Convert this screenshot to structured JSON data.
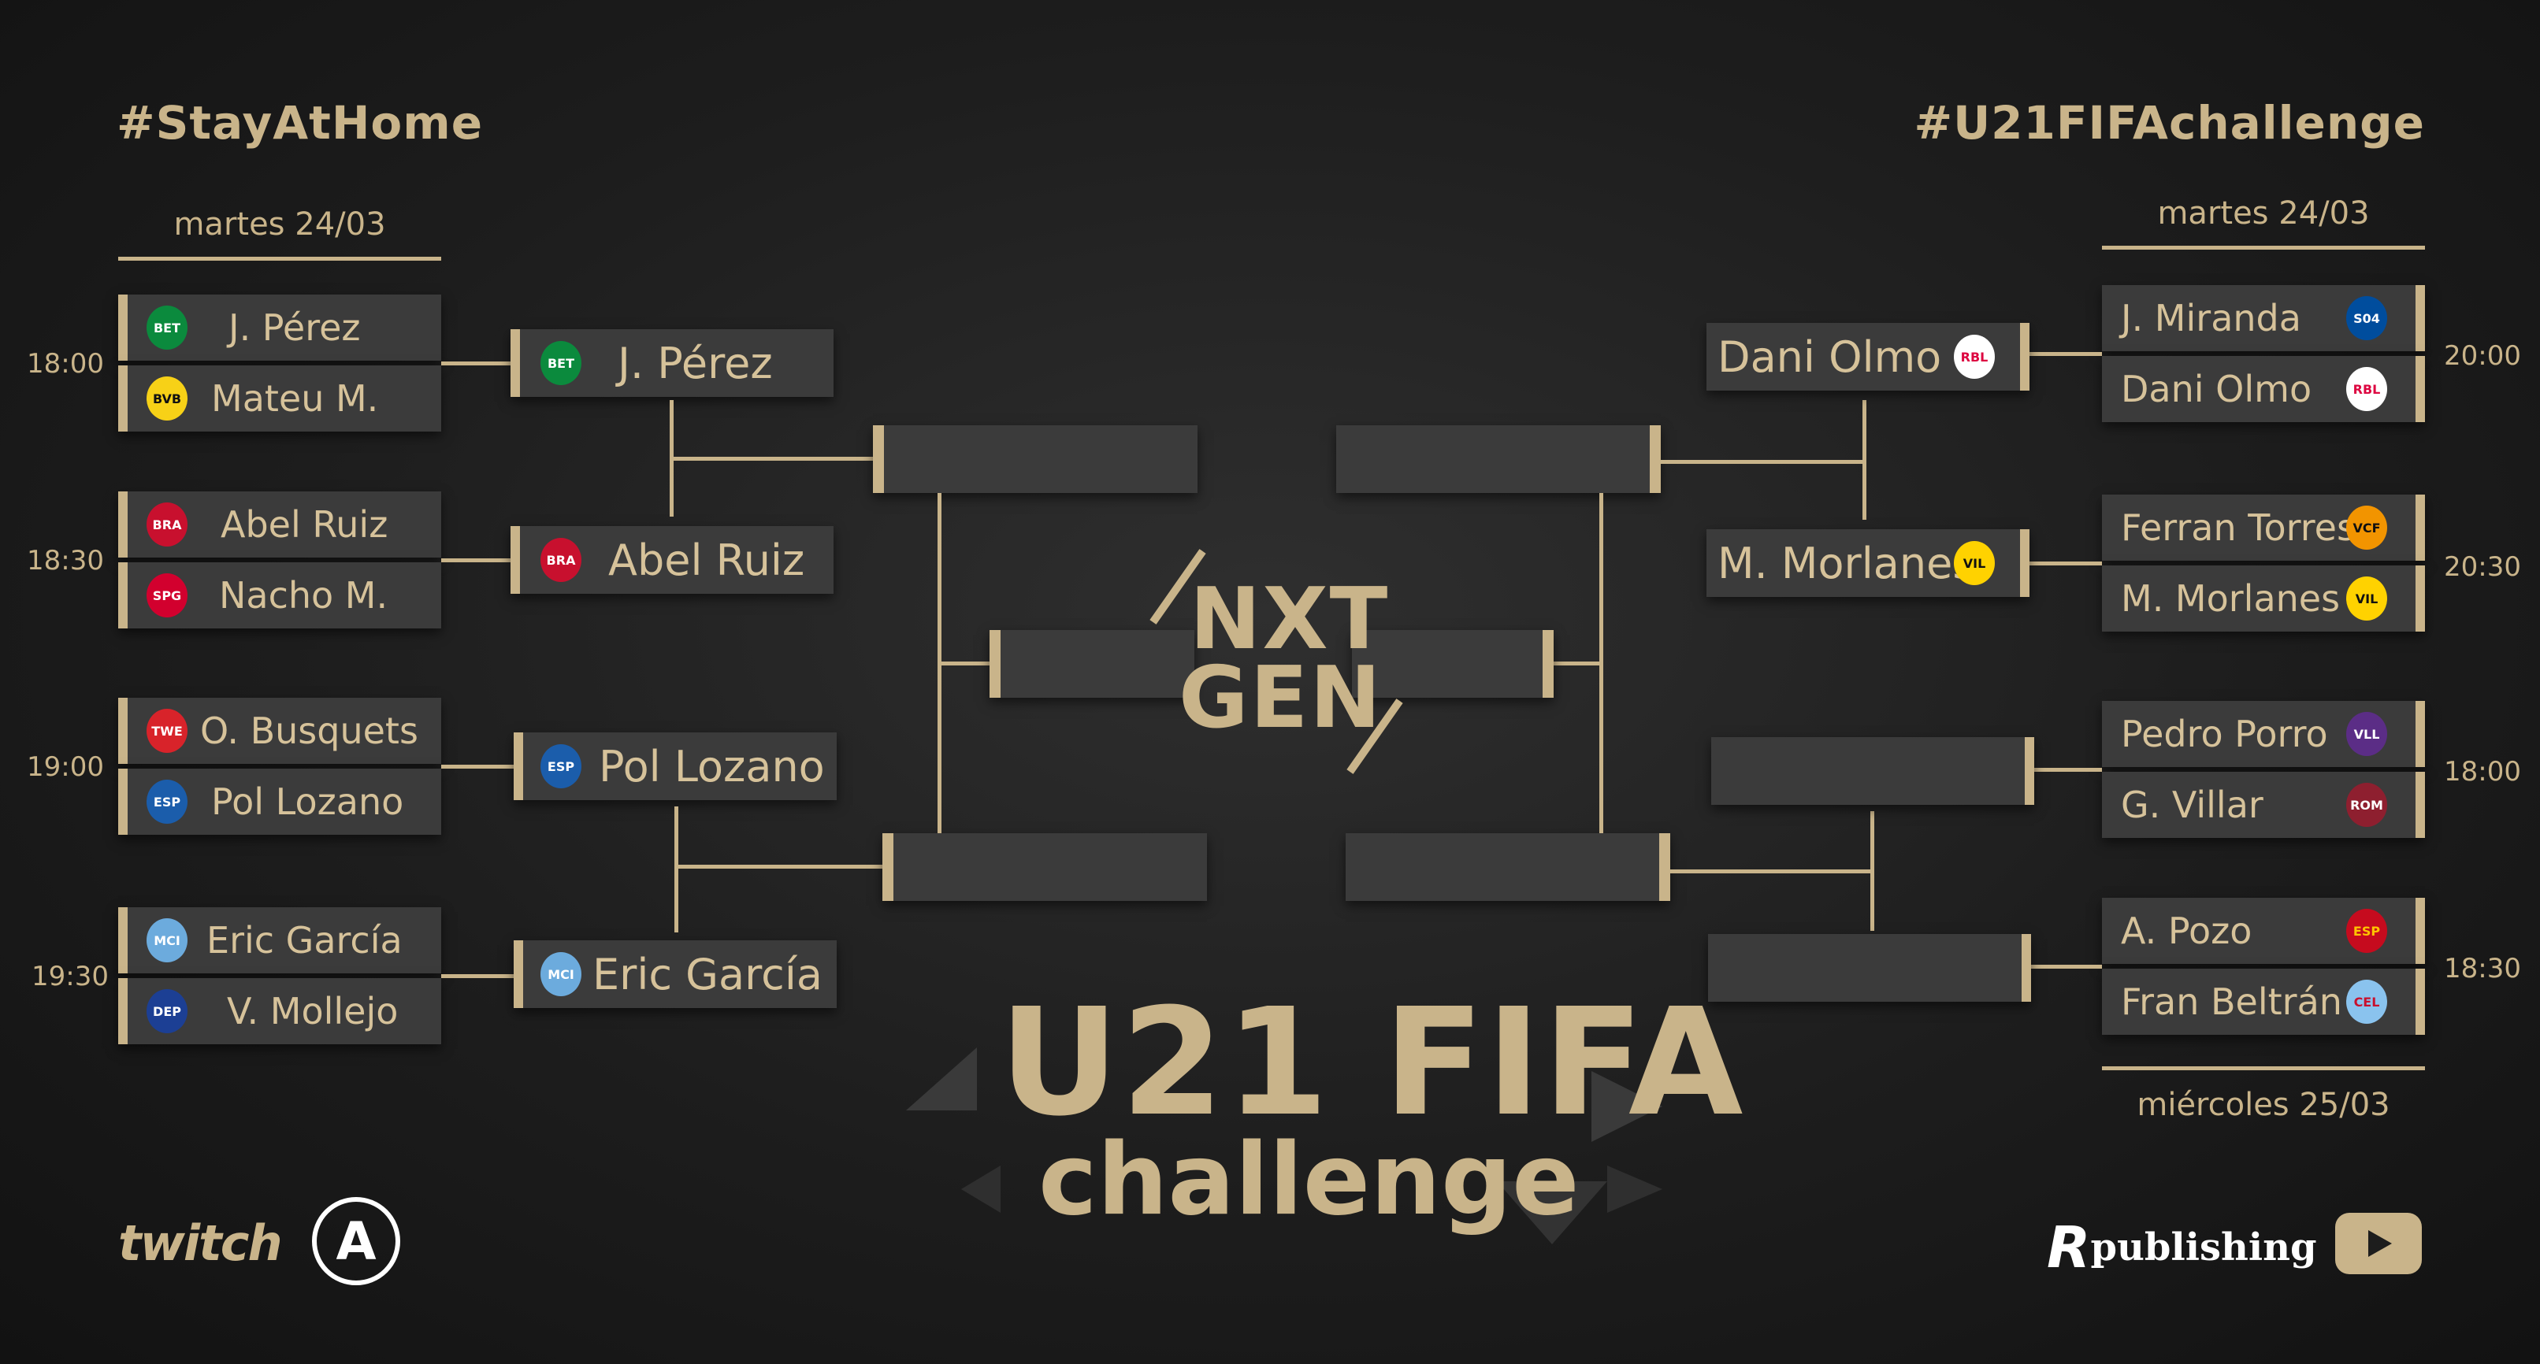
{
  "header": {
    "left_hashtag": "#StayAtHome",
    "right_hashtag": "#U21FIFAchallenge"
  },
  "dates": {
    "left_top": "martes  24/03",
    "right_top": "martes  24/03",
    "right_bottom": "miércoles  25/03"
  },
  "left_matches": [
    {
      "time": "18:00",
      "p1": "J. Pérez",
      "p1_crest": "BET",
      "p2": "Mateu M.",
      "p2_crest": "BVB",
      "winner": "J. Pérez",
      "winner_crest": "BET"
    },
    {
      "time": "18:30",
      "p1": "Abel Ruiz",
      "p1_crest": "BRA",
      "p2": "Nacho M.",
      "p2_crest": "SPG",
      "winner": "Abel Ruiz",
      "winner_crest": "BRA"
    },
    {
      "time": "19:00",
      "p1": "O. Busquets",
      "p1_crest": "TWE",
      "p2": "Pol Lozano",
      "p2_crest": "ESP",
      "winner": "Pol Lozano",
      "winner_crest": "ESP"
    },
    {
      "time": "19:30",
      "p1": "Eric García",
      "p1_crest": "MCI",
      "p2": "V. Mollejo",
      "p2_crest": "DEP",
      "winner": "Eric García",
      "winner_crest": "MCI"
    }
  ],
  "right_matches": [
    {
      "time": "20:00",
      "p1": "J. Miranda",
      "p1_crest": "S04",
      "p2": "Dani Olmo",
      "p2_crest": "RBL",
      "winner": "Dani Olmo",
      "winner_crest": "RBL"
    },
    {
      "time": "20:30",
      "p1": "Ferran Torres",
      "p1_crest": "VCF",
      "p2": "M. Morlanes",
      "p2_crest": "VIL",
      "winner": "M. Morlanes",
      "winner_crest": "VIL"
    },
    {
      "time": "18:00",
      "p1": "Pedro Porro",
      "p1_crest": "VLL",
      "p2": "G. Villar",
      "p2_crest": "ROM",
      "winner": "",
      "winner_crest": ""
    },
    {
      "time": "18:30",
      "p1": "A. Pozo",
      "p1_crest": "ESP",
      "p2": "Fran Beltrán",
      "p2_crest": "CEL",
      "winner": "",
      "winner_crest": ""
    }
  ],
  "center": {
    "logo_line1": "NXT",
    "logo_line2": "GEN",
    "title_line1": "U21 FIFA",
    "title_line2": "challenge"
  },
  "footer": {
    "twitch": "twitch",
    "a_logo": "A",
    "publisher": "publishing",
    "publisher_mark": "R"
  },
  "colors": {
    "gold": "#c9b48a",
    "slot": "#3b3b3b",
    "background": "#1d1d1d"
  }
}
